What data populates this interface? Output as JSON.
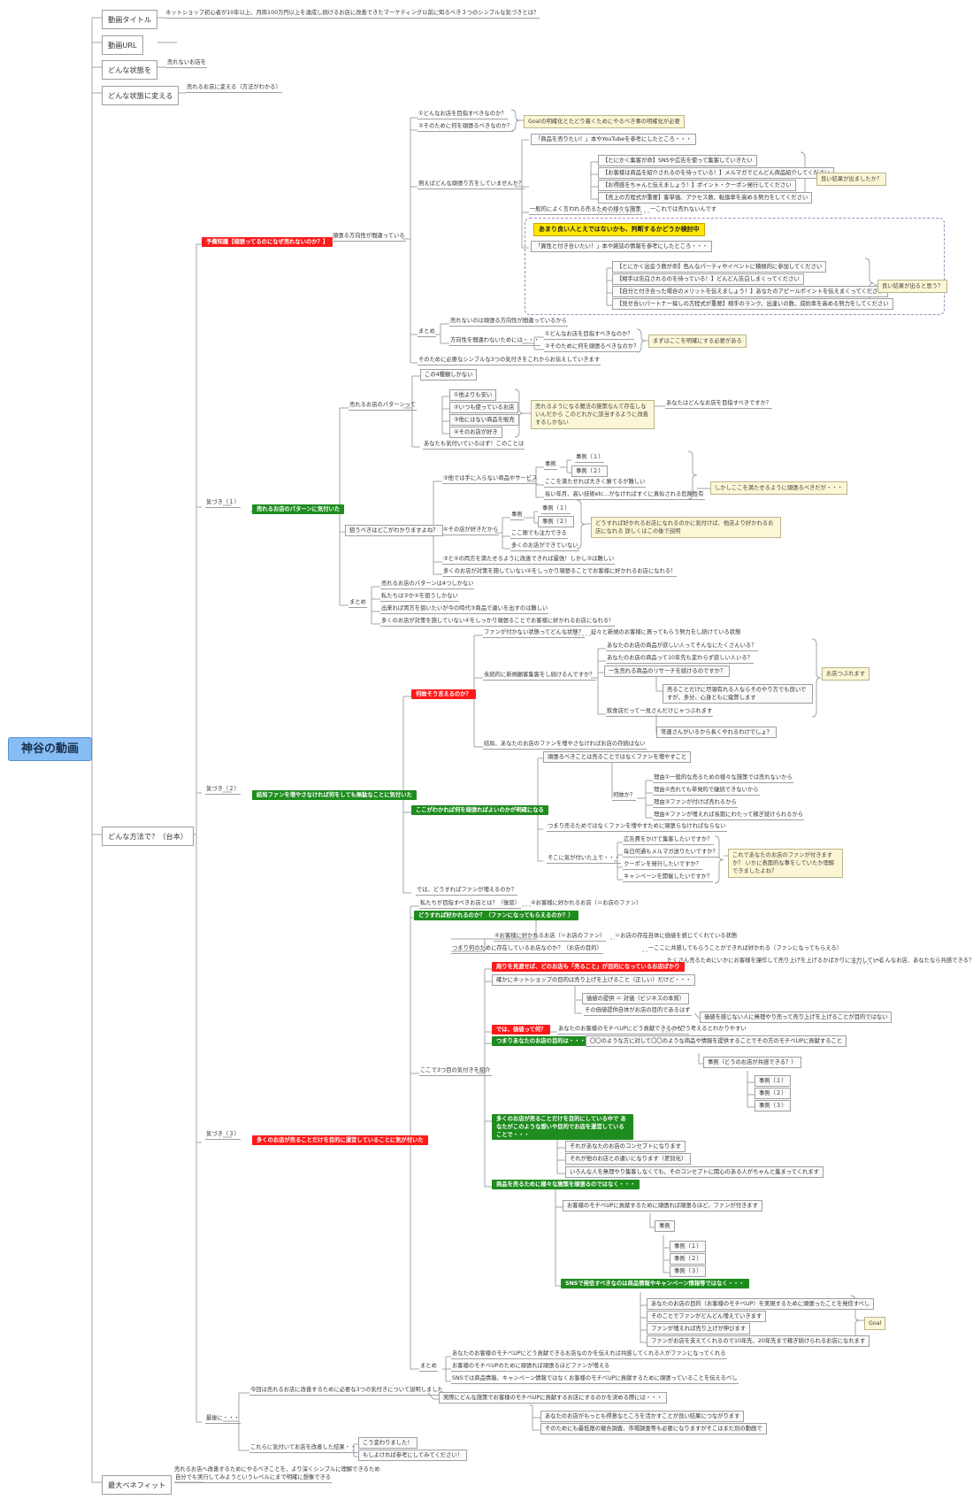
{
  "root": "神谷の動画",
  "sections": {
    "title": {
      "label": "動画タイトル",
      "text": "ネットショップ初心者が10年以上、月商100万円以上を達成し続けるお店に改善できたマーケティング以前に知るべき３つのシンプルな気づきとは？"
    },
    "url": {
      "label": "動画URL"
    },
    "state": {
      "label": "どんな状態を",
      "text": "売れないお店を"
    },
    "change": {
      "label": "どんな状態に変える",
      "text": "売れるお店に変える（方法がわかる）"
    },
    "method": {
      "label": "どんな方法で？（台本）"
    },
    "benefit": {
      "label": "最大ベネフィット",
      "text1": "売れるお店へ改善するためにやるべきことを、より深くシンプルに理解できるため",
      "text2": "自分でも実行してみようというレベルにまで明確に想像できる"
    }
  },
  "prep": {
    "head": "予備知識【頑張ってるのになぜ売れないのか？】",
    "wrong": "頑張る方向性が間違っている",
    "q1": "①どんなお店を目指すべきなのか？",
    "q2": "②そのために何を頑張るべきなのか？",
    "goal_note": "Goalの明確化とたどり着くためにやるべき事の明確化が必要",
    "example_q": "例えばどんな頑張り方をしていませんか？",
    "want_sell": "「商品を売りたい！」本やYouTubeを参考にしたところ・・・",
    "items_a": [
      "【とにかく集客が命】SNSや広告を使って集客していきたい",
      "【お客様は商品を紹介されるのを待っている！】メルマガでどんどん商品紹介してください",
      "【お得感をちゃんと伝えましょう！】ポイント・クーポン発行してください",
      "【売上の方程式が重要】客単価、アクセス数、転換率を高める努力をしてください"
    ],
    "result_a": "良い結果が出ましたか？",
    "general": "一般的によく言われる売るための様々な施策",
    "no_sell": "一これでは売れないんです",
    "yellow": "あまり良い人とえではないかも、判断するかどうか検討中",
    "partner": "「異性と付き合いたい！」本や雑誌の情報を参考にしたところ・・・",
    "items_b": [
      "【とにかく出会う数が命】色んなパーティやイベントに積極的に参加してください",
      "【相手は告白されるのを待っている！】どんどん告白しまくってください",
      "【自分と付き合った場合のメリットを伝えましょう！】あなたのアピールポイントを伝えまくってください",
      "【見せ合いパートナー探しの方程式が重要】相手のランク、出逢いの数、成約率を高める努力をしてください"
    ],
    "result_b": "良い結果が出ると思う？",
    "summary": "まとめ",
    "sum1": "売れないのは頑張る方向性が間違っているから",
    "sum2": "方向性を間違わないためには・・・",
    "sum2a": "①どんなお店を目指すべきなのか？",
    "sum2b": "②そのために何を頑張るべきなのか？",
    "sum_note": "まずはここを明確にする必要がある",
    "sum3": "そのために必要なシンプルな3つの気付きをこれからお伝えしていきます"
  },
  "kiz1": {
    "label": "気づき（１）",
    "head": "売れるお店のパターンに気付いた",
    "pattern": "売れるお店のパターンって",
    "four": "この4種類しかない",
    "p": [
      "①他よりも安い",
      "②いつも使っているお店",
      "③他にはない商品を販売",
      "④そのお店が好き"
    ],
    "aware": "あなたも気付いているはず！このことは",
    "note": "売れるようになる魔法の施策なんて存在しないんだから このどれかに該当するように改善するしかない",
    "q": "あなたはどんなお店を目指すべきですか？",
    "aim": "狙うべきはどこがわかりますよね？",
    "b1": "③他では手に入らない商品やサービス",
    "cases": [
      "事例（１）",
      "事例（２）",
      "事例（１）",
      "事例（２）"
    ],
    "case_label": "事例",
    "b1a": "ここを満たせれば大きく勝てるが難しい",
    "b1b": "長い年月、高い技術etc...がなければすぐに真似される危険性有",
    "b1note": "しかしここを満たせるように頑張るべきだが・・・",
    "b2": "④その店が好きだから",
    "b2a": "ここ隙でも注力できる",
    "b2b": "多くのお店ができていない",
    "b2note": "どうすれば好かれるお店になれるのかに気付けば、他店より好かれるお店になれる 詳しくはこの後で説明",
    "both": "③と④の両方を満たせるように改善できれば最強！しかし③は難しい",
    "most": "多くのお店が対策を施していない④をしっかり頑張ることでお客様に好かれるお店になれる！",
    "sum": "まとめ",
    "s": [
      "売れるお店のパターンは4つしかない",
      "私たちは③か④を狙うしかない",
      "出来れば両方を狙いたいが今の時代③商品で違いを出すのは難しい",
      "多くのお店が対策を施していない④をしっかり頑張ることでお客様に好かれるお店になれる！"
    ]
  },
  "kiz2": {
    "label": "気づき（２）",
    "head": "結局ファンを増やさなければ何をしても無駄なことに気付いた",
    "why": "何故そう言えるのか？",
    "w1": "ファンが付かない状態ってどんな状態？",
    "w1b": "延々と新規のお客様に買ってもらう努力をし続けている状態",
    "w2": "永続的に新規顧客集客をし続けるんですか？",
    "w2a": "あなたのお店の商品が欲しい人ってそんなにたくさんいる？",
    "w2b": "あなたのお店の商品って10年先も変わらず欲しい人いる？",
    "w2c": "一生売れる商品のリサーチを続けるのですか？",
    "w2d": "売ることだけに尽領有れる人ならそのやり方でも良いですが、多分、心身ともに疲弊します",
    "w2e": "飲食店だって一見さんだけじゃつぶれます",
    "w2f": "常連さんがいるから長くやれるわけでしょ？",
    "w2note": "お店つぶれます",
    "w3": "結局、あなたのお店のファンを増やさなければお店の存続はない",
    "clear": "ここがわかれば何を頑張ればよいのかが明確になる",
    "c1": "頑張るべきことは売ることではなくファンを増やすこと",
    "c2": "何故か？",
    "reasons": [
      "理由①一般的な売るための様々な施策では売れないから",
      "理由②売れても単発的で継続できないから",
      "理由③ファンが付けば売れるから",
      "理由④ファンが増えれば長期にわたって稼ぎ続けられるから"
    ],
    "c3": "つまり売るためではなくファンを増やすために頑張らなければならない",
    "c4": "そこに気が付いた上で・・・",
    "c4items": [
      "広告費をかけて集客したいですか？",
      "毎日何通もメルマガ送りたいですか？",
      "クーポンを発行したいですか？",
      "キャンペーンを開催したいですか？"
    ],
    "c4note": "これであなたのお店のファンが付きますか？ いかに表面的な事をしていたか理解できましたよね？",
    "then": "では、どうすればファンが増えるのか？"
  },
  "kiz3": {
    "label": "気づき（３）",
    "head": "多くのお店が売ることだけを目的に運営していることに気が付いた",
    "aim": "私たちが目指すべきお店とは？（復習）",
    "aim2": "④お客様に好かれるお店（＝お店のファン）",
    "how": "どうすれば好かれるのか？（ファンになってもらえるのか？）",
    "h1": "④お客様に好かれるお店（＝お店のファン）",
    "h1b": "＝お店の存在自体に価値を感じてくれている状態",
    "h2": "つまり何のために存在しているお店なのか？（お店の目的）",
    "h2b": "一ここに共感してもらうことができれば好かれる（ファンになってもらえる）",
    "s3": "ここで3つ目の気付きを紹介",
    "r1": "周りを見渡せば、どのお店も「売ること」が目的になっているお店ばかり",
    "r1b": "たくさん売るためにいかにお客様を操作して売り上げを上げるかばかりに注力している",
    "r1c": "一こんなお店、あなたなら共感できる？",
    "r2": "確かにネットショップの目的は売り上げを上げること（正しい）だけど・・・",
    "r2a": "価値の提供 ＝ 対価（ビジネスの本質）",
    "r2b": "その価値提供自体がお店の目的であるはず",
    "r2c": "価値を感じない人に無理やり売って売り上げを上げることが目的ではない",
    "r3": "では、価値って何？",
    "r3b": "あなたのお客様のモチベUPにどう貢献できるのか？",
    "r3c": "一こう考えるとわかりやすい",
    "r4": "つまりあなたのお店の目的は・・・",
    "r4b": "〇〇のような方に対して〇〇のような商品や情報を提供することでその方のモチベUPに貢献すること",
    "r4c": "事例（どうのお店が共感できる？）",
    "ex": [
      "事例（１）",
      "事例（２）",
      "事例（３）"
    ],
    "g1": "多くのお店が売ることだけを目的にしている中で あなたがこのような想いや目的でお店を運営していることで・・・",
    "g1a": "それがあなたのお店のコンセプトになります",
    "g1b": "それが他のお店との違いになります（差別化）",
    "g1c": "いろんな人を無理やり集客しなくても、そのコンセプトに関心のある人がちゃんと集まってくれます",
    "g2": "商品を売るために様々な施策を頑張るのではなく・・・",
    "g2a": "お客様のモチベUPに貢献するために頑張れば頑張るほど、ファンが付きます",
    "g2b": "事例",
    "g3": "SNSで発信すべきなのは商品情報やキャンペーン情報等ではなく・・・",
    "g3a": "あなたのお店の目的（お客様のモチベUP）を実現するために頑張ったことを発信すべし",
    "g3b": "そのことでファンがどんどん増えていきます",
    "g3c": "ファンが増えれば売り上げが伸びます",
    "g3d": "ファンがお店を支えてくれるので10年先、20年先まで稼ぎ続けられるお店になれます",
    "goal": "Goal",
    "sum": "まとめ",
    "s1": "あなたのお客様のモチベUPにどう貢献できるお店なのかを伝えれば共感してくれる人がファンになってくれる",
    "s2": "お客様のモチベUPのために頑張れば頑張るほどファンが増える",
    "s3b": "SNSでは商品情報、キャンペーン情報ではなくお客様のモチベUPに貢献するために頑張っていることを伝えるべし"
  },
  "last": {
    "label": "最後に・・・",
    "l1": "今回は売れるお店に改善するために必要な3つの気付きについて説明しました",
    "l1a": "実際にどんな施策でお客様のモチベUPに貢献するお店にするのかを決める際には・・・",
    "l1b": "あなたのお店がもっとも得意なところを活かすことが良い結果につながります",
    "l1c": "そのためにも最低限の競合調査、市場調査等も必要になりますがそこはまた別の動画で",
    "l2": "これらに気付いてお店を改善した結果・・・",
    "l2a": "こう変わりました！",
    "l2b": "もしよければ参考にしてみてください！"
  }
}
